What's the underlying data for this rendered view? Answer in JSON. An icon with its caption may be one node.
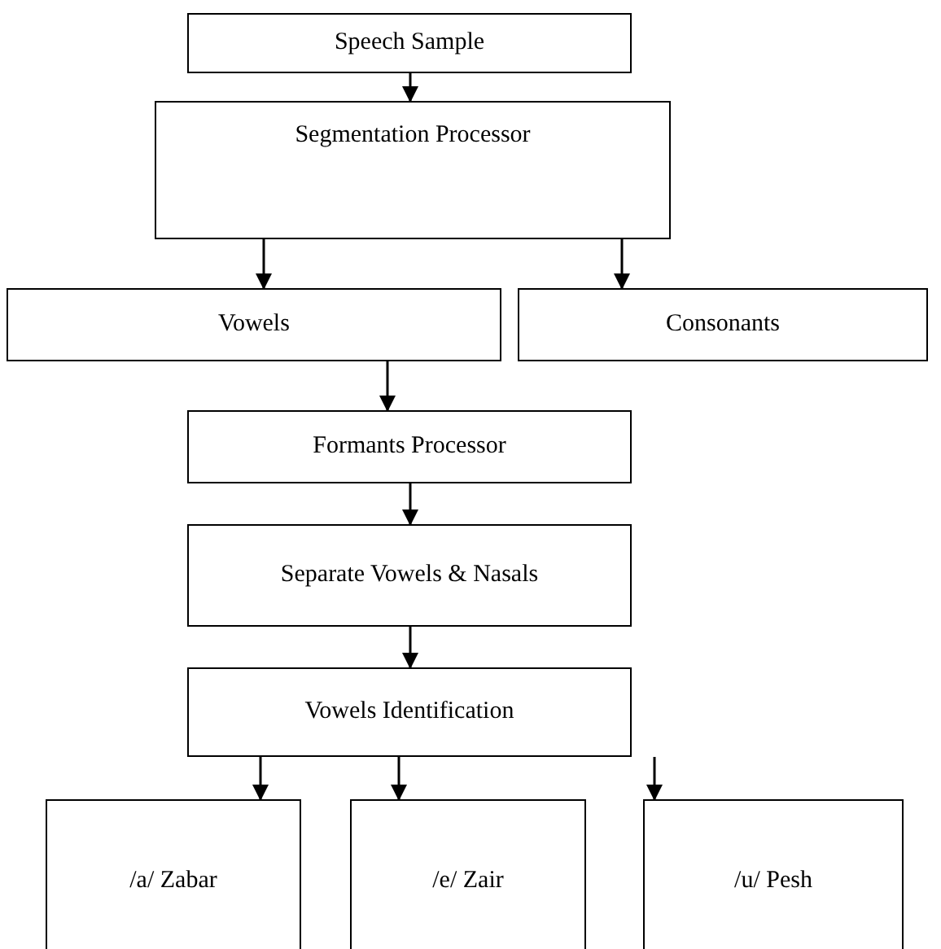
{
  "diagram": {
    "nodes": [
      {
        "text": [
          "Speech Sample"
        ]
      },
      {
        "text": [
          "Segmentation Processor"
        ]
      },
      {
        "text": [
          "Vowels"
        ]
      },
      {
        "text": [
          "Consonants"
        ]
      },
      {
        "text": [
          "Formants Processor"
        ]
      },
      {
        "text": [
          "Separate Vowels & Nasals"
        ]
      },
      {
        "text": [
          "Vowels Identification"
        ]
      },
      {
        "text": [
          "/a/ Zabar"
        ]
      },
      {
        "text": [
          "/e/ Zair"
        ]
      },
      {
        "text": [
          "/u/ Pesh"
        ]
      }
    ],
    "edges": [
      {
        "from": 0,
        "to": 1,
        "arrow": "to"
      },
      {
        "from": 1,
        "to": 2,
        "arrow": "to"
      },
      {
        "from": 1,
        "to": 3,
        "arrow": "to"
      },
      {
        "from": 2,
        "to": 4,
        "arrow": "to"
      },
      {
        "from": 4,
        "to": 5,
        "arrow": "to"
      },
      {
        "from": 5,
        "to": 6,
        "arrow": "to"
      },
      {
        "from": 6,
        "to": 7,
        "arrow": "to"
      },
      {
        "from": 6,
        "to": 8,
        "arrow": "to"
      },
      {
        "from": 6,
        "to": 9,
        "arrow": "to"
      }
    ]
  }
}
